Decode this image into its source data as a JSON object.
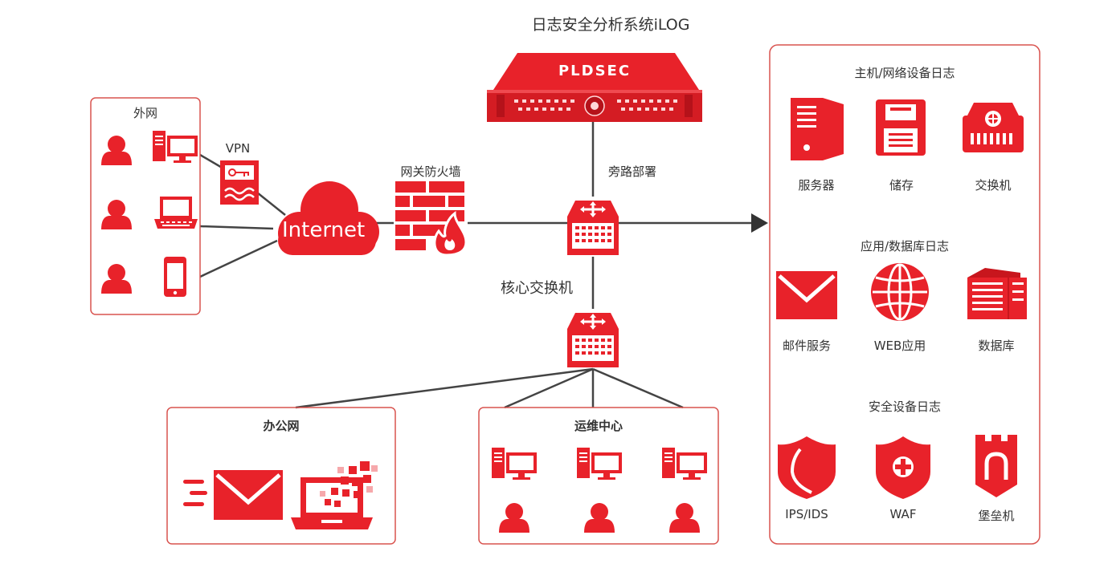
{
  "title": "日志安全分析系统iLOG",
  "appliance": {
    "brand": "PLDSEC"
  },
  "bypass_label": "旁路部署",
  "core_switch_label": "核心交换机",
  "firewall_label": "网关防火墙",
  "internet_label": "Internet",
  "vpn_label": "VPN",
  "external": {
    "title": "外网"
  },
  "office": {
    "title": "办公网"
  },
  "ops": {
    "title": "运维中心"
  },
  "logs": {
    "host_section": {
      "title": "主机/网络设备日志",
      "items": [
        {
          "label": "服务器",
          "icon": "server-icon"
        },
        {
          "label": "储存",
          "icon": "storage-icon"
        },
        {
          "label": "交换机",
          "icon": "switch-icon"
        }
      ]
    },
    "app_section": {
      "title": "应用/数据库日志",
      "items": [
        {
          "label": "邮件服务",
          "icon": "mail-icon"
        },
        {
          "label": "WEB应用",
          "icon": "globe-icon"
        },
        {
          "label": "数据库",
          "icon": "database-icon"
        }
      ]
    },
    "security_section": {
      "title": "安全设备日志",
      "items": [
        {
          "label": "IPS/IDS",
          "icon": "shield-icon"
        },
        {
          "label": "WAF",
          "icon": "waf-shield-icon"
        },
        {
          "label": "堡垒机",
          "icon": "bastion-icon"
        }
      ]
    }
  },
  "colors": {
    "accent": "#e8222a",
    "dark_accent": "#c8161d",
    "line": "#444444",
    "frame": "#d9534f"
  }
}
